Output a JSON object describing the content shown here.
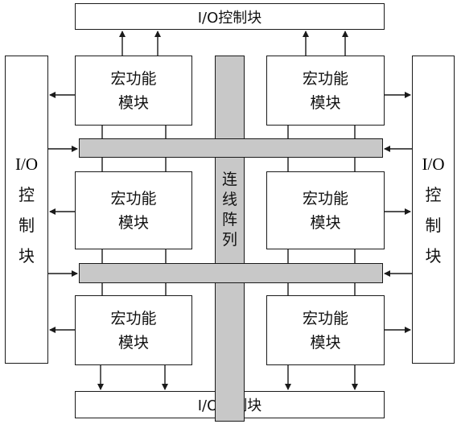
{
  "io_top": {
    "label": "I/O控制块"
  },
  "io_bottom": {
    "label": "I/O控制块"
  },
  "io_left": {
    "line1": "I/O",
    "line2": "控",
    "line3": "制",
    "line4": "块"
  },
  "io_right": {
    "line1": "I/O",
    "line2": "控",
    "line3": "制",
    "line4": "块"
  },
  "interconnect": {
    "chars": [
      "连",
      "线",
      "阵",
      "列"
    ]
  },
  "modules": [
    {
      "line1": "宏功能",
      "line2": "模块"
    },
    {
      "line1": "宏功能",
      "line2": "模块"
    },
    {
      "line1": "宏功能",
      "line2": "模块"
    },
    {
      "line1": "宏功能",
      "line2": "模块"
    },
    {
      "line1": "宏功能",
      "line2": "模块"
    },
    {
      "line1": "宏功能",
      "line2": "模块"
    }
  ],
  "colors": {
    "line": "#1a1a1a",
    "fill_gray": "#c8c8c8",
    "background": "#ffffff"
  }
}
